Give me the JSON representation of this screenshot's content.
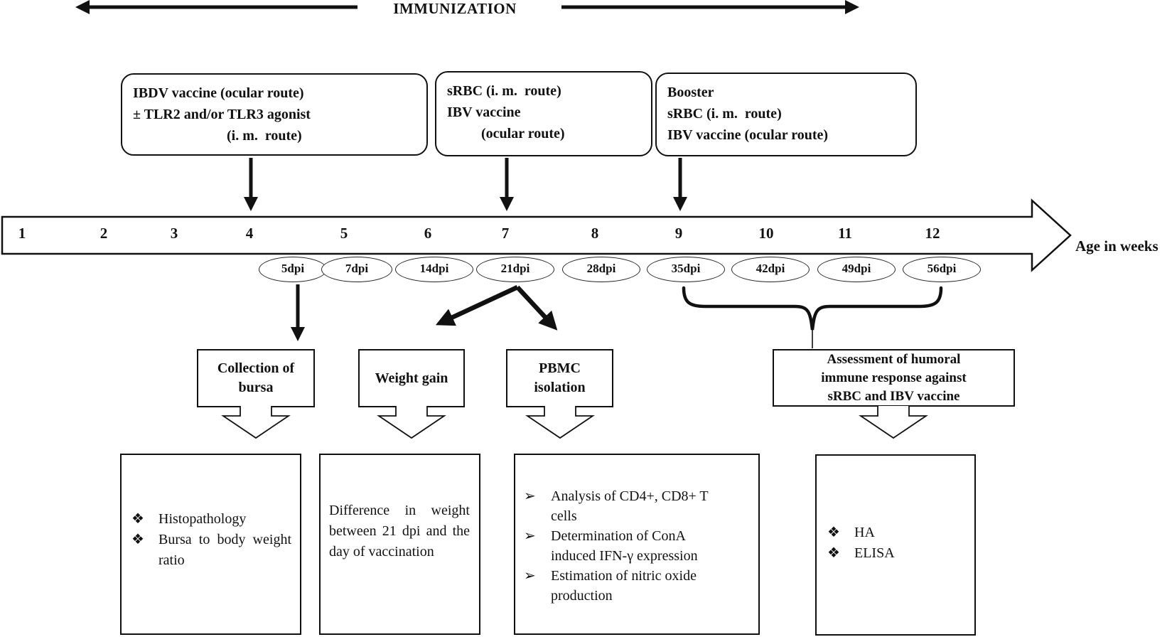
{
  "diagram_title": "IMMUNIZATION",
  "axis": {
    "label": "Age in weeks",
    "weeks": [
      "1",
      "2",
      "3",
      "4",
      "5",
      "6",
      "7",
      "8",
      "9",
      "10",
      "11",
      "12"
    ]
  },
  "dpi_marks": [
    "5dpi",
    "7dpi",
    "14dpi",
    "21dpi",
    "28dpi",
    "35dpi",
    "42dpi",
    "49dpi",
    "56dpi"
  ],
  "immunization_events": [
    {
      "lines": [
        "IBDV vaccine (ocular route)",
        "± TLR2 and/or TLR3 agonist",
        "(i. m.  route)"
      ]
    },
    {
      "lines": [
        "sRBC (i. m.  route)",
        "IBV vaccine",
        "(ocular route)"
      ]
    },
    {
      "lines": [
        "Booster",
        "sRBC (i. m.  route)",
        "IBV vaccine (ocular route)"
      ]
    }
  ],
  "outcomes": [
    {
      "title_lines": [
        "Collection of",
        "bursa"
      ]
    },
    {
      "title_lines": [
        "Weight gain"
      ]
    },
    {
      "title_lines": [
        "PBMC",
        "isolation"
      ]
    },
    {
      "title_lines": [
        "Assessment of humoral",
        "immune response against",
        "sRBC and IBV vaccine"
      ]
    }
  ],
  "details": {
    "bursa": {
      "bullet": "❖",
      "items": [
        "Histopathology",
        "Bursa to body weight ratio"
      ]
    },
    "weight": {
      "text": "Difference in weight between 21 dpi and the day of vaccination"
    },
    "pbmc": {
      "bullet": "➢",
      "items": [
        "Analysis of CD4+, CD8+ T cells",
        "Determination of ConA induced IFN-γ expression",
        "Estimation of nitric oxide production"
      ]
    },
    "serology": {
      "bullet": "❖",
      "items": [
        "HA",
        "ELISA"
      ]
    }
  },
  "colors": {
    "ink": "#111111",
    "background": "#ffffff"
  }
}
